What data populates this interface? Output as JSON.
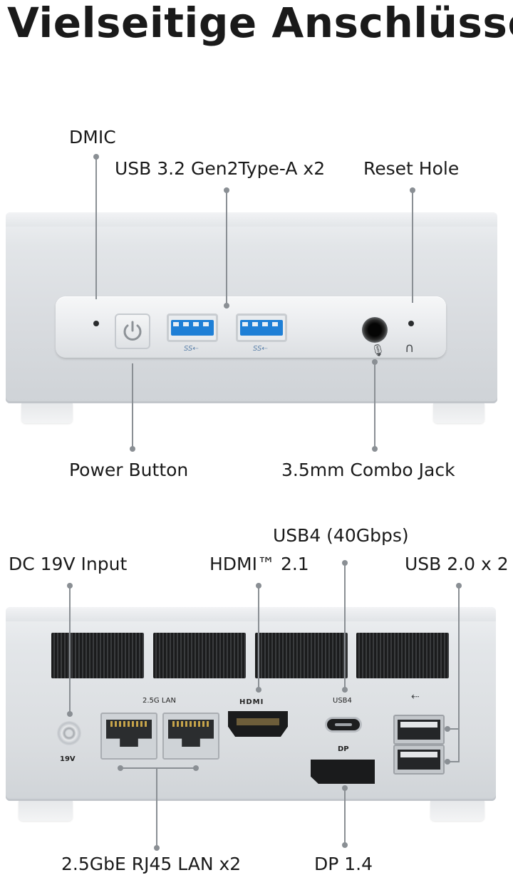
{
  "title": "Vielseitige Anschlüsse",
  "front": {
    "labels": {
      "dmic": "DMIC",
      "usb": "USB 3.2 Gen2Type-A x2",
      "reset": "Reset Hole",
      "power": "Power Button",
      "jack": "3.5mm Combo Jack"
    },
    "port_marks": {
      "usb_ss": "SS⇠"
    }
  },
  "rear": {
    "labels": {
      "usb4": "USB4 (40Gbps)",
      "dc": "DC 19V Input",
      "hdmi": "HDMI™ 2.1",
      "usb2": "USB 2.0 x 2",
      "lan": "2.5GbE RJ45 LAN x2",
      "dp": "DP 1.4"
    },
    "port_marks": {
      "lan": "2.5G LAN",
      "hdmi": "HDMI",
      "usb4": "USB4",
      "dp": "DP",
      "dc": "19V"
    }
  },
  "colors": {
    "usb3_blue": "#1e7fd6",
    "leader": "#8a8f94",
    "body": "#dadde0"
  }
}
